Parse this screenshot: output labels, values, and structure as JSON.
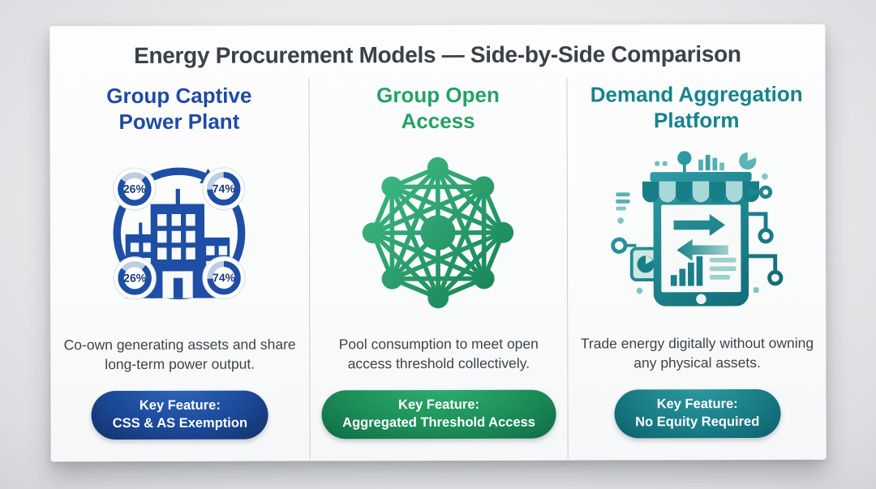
{
  "page": {
    "title": "Energy Procurement Models — Side-by-Side Comparison"
  },
  "columns": [
    {
      "id": "group-captive-power-plant",
      "heading": "Group Captive Power Plant",
      "description": "Co-own generating assets and share long-term power output.",
      "key_feature_label": "Key Feature:",
      "key_feature_value": "CSS & AS Exemption",
      "accent_color": "#1e4ba6",
      "icon": "building-ownership-cycle-icon"
    },
    {
      "id": "group-open-access",
      "heading": "Group Open Access",
      "description": "Pool consumption to meet open access threshold collectively.",
      "key_feature_label": "Key Feature:",
      "key_feature_value": "Aggregated Threshold Access",
      "accent_color": "#22a365",
      "icon": "mesh-network-icon"
    },
    {
      "id": "demand-aggregation-platform",
      "heading": "Demand Aggregation Platform",
      "description": "Trade energy digitally without owning any physical assets.",
      "key_feature_label": "Key Feature:",
      "key_feature_value": "No Equity Required",
      "accent_color": "#15838c",
      "icon": "digital-marketplace-tablet-icon"
    }
  ],
  "captive_icon": {
    "badges": {
      "top_left": "26%",
      "top_right": "74%",
      "bottom_left": "26%",
      "bottom_right": "74%"
    }
  },
  "colors": {
    "background": "#e8e9eb",
    "card": "#fbfbfc",
    "title_text": "#3b4148",
    "body_text": "#3e434a",
    "divider": "#c9ccd1",
    "blue_accent": "#1e4ba6",
    "green_accent": "#22a365",
    "teal_accent": "#15838c",
    "pill_blue": "#1c4a9b",
    "pill_green": "#1d8f59",
    "pill_teal": "#1a7e88"
  }
}
